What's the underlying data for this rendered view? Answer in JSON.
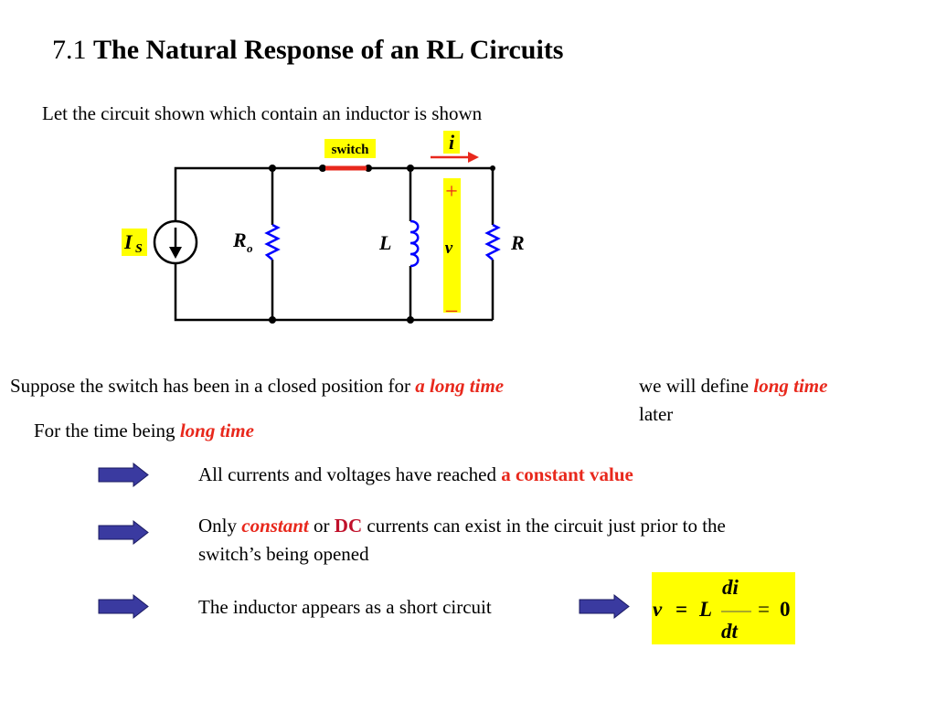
{
  "title": {
    "number": "7.1",
    "text": "The Natural Response of an RL  Circuits"
  },
  "intro": "Let the circuit shown which contain an inductor is shown",
  "circuit": {
    "switch_label": "switch",
    "current_label": "i",
    "source_label": "I",
    "source_sub": "S",
    "r0_label": "R",
    "r0_sub": "o",
    "inductor_label": "L",
    "resistor_label": "R",
    "plus": "+",
    "v_label": "v",
    "minus": "_",
    "colors": {
      "highlight": "#ffff00",
      "wire": "#000000",
      "component": "#0000ff",
      "switch": "#e8281c"
    }
  },
  "suppose": {
    "prefix": "Suppose the switch has been in a closed position for ",
    "emph": "a long time"
  },
  "define": {
    "prefix": "we will define ",
    "emph": "long time",
    "suffix": "later"
  },
  "time_being": {
    "prefix": "For the time being ",
    "emph": "long time"
  },
  "bullets": [
    {
      "prefix": "All currents and voltages have reached ",
      "emph": "a constant value"
    },
    {
      "prefix": "Only ",
      "emph1": "constant",
      "mid": " or ",
      "emph2": "DC",
      "suffix": " currents can exist in the circuit just prior to the",
      "line2": "switch’s being opened"
    },
    {
      "text": "The inductor appears as a short circuit"
    }
  ],
  "equation": {
    "v": "v",
    "eq": "=",
    "L": "L",
    "num": "di",
    "den": "dt",
    "eq2": "=",
    "zero": "0"
  },
  "arrow_color": "#3a3aa0"
}
